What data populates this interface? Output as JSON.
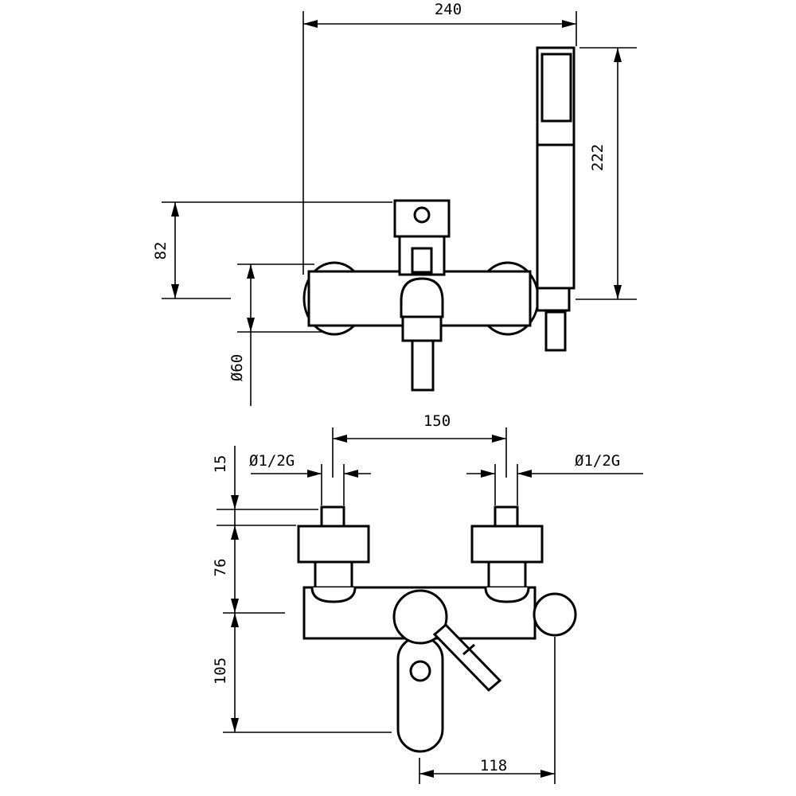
{
  "dimensions": {
    "top_width": "240",
    "handshower_height": "222",
    "body_height": "82",
    "body_diameter": "Ø60",
    "inlet_spacing": "150",
    "inlet_left": "Ø1/2G",
    "inlet_right": "Ø1/2G",
    "inlet_length": "15",
    "mount_height": "76",
    "spout_drop": "105",
    "handle_offset": "118"
  }
}
